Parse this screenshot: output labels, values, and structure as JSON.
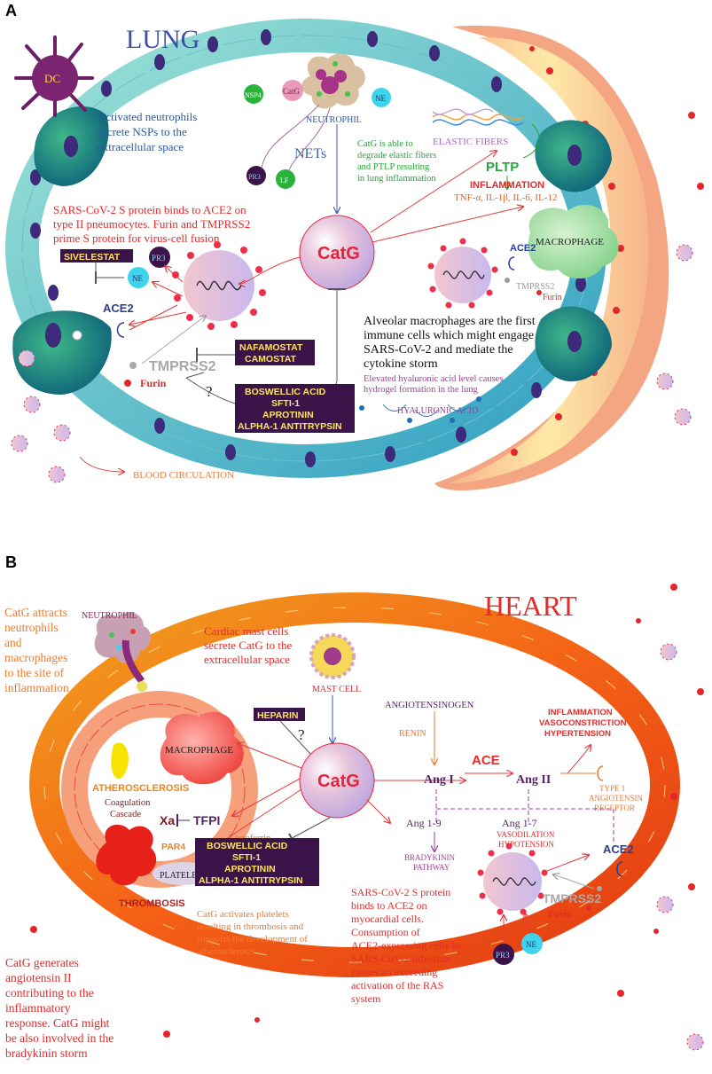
{
  "colors": {
    "catg_red": "#e8213a",
    "label_red": "#e32b2b",
    "label_blue": "#2b5a9e",
    "label_orange": "#ee7a30",
    "label_green": "#2aa33a",
    "label_purple": "#a63ca0",
    "drug_box": "#3a1448",
    "drug_text": "#ffe35c",
    "cell_teal": "#7ed6d0",
    "cell_green": "#2a8a5a",
    "heart_orange": "#f26a1f",
    "heart_yellow": "#ffb02e"
  },
  "panel_a": {
    "letter": "A",
    "title": "LUNG",
    "dc": "DC",
    "neutrophil": "NEUTROPHIL",
    "nsp4": "NSP4",
    "catg_small": "CatG",
    "ne": "NE",
    "pr3": "PR3",
    "lf": "LF",
    "nets": "NETs",
    "neutrophil_text": [
      "Activated neutrophils",
      "secrete NSPs to the",
      "extracellular space"
    ],
    "elastic_fibers": "ELASTIC FIBERS",
    "pltp": "PLTP",
    "catg_degrade": [
      "CatG is able to",
      "degrade elastic fibers",
      "and PTLP resulting",
      "in lung inflammation"
    ],
    "inflammation": "INFLAMMATION",
    "cytokines": "TNF-α, IL-1β, IL-6, IL-12",
    "sars_text": [
      "SARS-CoV-2 S protein binds to ACE2 on",
      "type II pneumocytes. Furin and TMPRSS2",
      "prime S protein for virus-cell fusion"
    ],
    "sivelestat": "SIVELESTAT",
    "pr3b": "PR3",
    "ne_b": "NE",
    "catg": "CatG",
    "macrophage": "MACROPHAGE",
    "ace2_mac": "ACE2",
    "tmprss2_mac": "TMPRSS2",
    "furin_mac": "Furin",
    "ace2": "ACE2",
    "nafamostat": "NAFAMOSTAT",
    "camostat": "CAMOSTAT",
    "tmprss2": "TMPRSS2",
    "furin": "Furin",
    "question": "?",
    "inhibitors": [
      "BOSWELLIC ACID",
      "SFTI-1",
      "APROTININ",
      "ALPHA-1 ANTITRYPSIN"
    ],
    "alveolar_text": [
      "Alveolar macrophages are the first",
      "immune cells which might engage",
      "SARS-CoV-2 and mediate the",
      "cytokine storm"
    ],
    "hyaluronic_text": [
      "Elevated hyaluronic acid level causes",
      "hydrogel formation in the lung"
    ],
    "hyaluronic_acid": "HYALURONIC ACID",
    "blood_circulation": "BLOOD CIRCULATION"
  },
  "panel_b": {
    "letter": "B",
    "title": "HEART",
    "attract_text": [
      "CatG attracts",
      "neutrophils",
      "and",
      "macrophages",
      "to the site of",
      "inflammation"
    ],
    "neutrophil": "NEUTROPHIL",
    "mast_text": [
      "Cardiac mast cells",
      "secrete CatG to the",
      "extracellular space"
    ],
    "mast_cell": "MAST CELL",
    "macrophage": "MACROPHAGE",
    "heparin": "HEPARIN",
    "question": "?",
    "atherosclerosis": "ATHEROSCLEROSIS",
    "coag": [
      "Coagulation",
      "Cascade"
    ],
    "xa": "Xa",
    "tfpi": "TFPI",
    "par4": "PAR4",
    "lactoferrin": "Lactoferrin",
    "platelet": "PLATELET",
    "thrombosis": "THROMBOSIS",
    "catg": "CatG",
    "inhibitors": [
      "BOSWELLIC ACID",
      "SFTI-1",
      "APROTININ",
      "ALPHA-1 ANTITRYPSIN"
    ],
    "catg_platelets": [
      "CatG activates platelets",
      "resulting in thrombosis and",
      "supports the development of",
      "atherosclerosis"
    ],
    "angiotensinogen": "ANGIOTENSINOGEN",
    "renin": "RENIN",
    "ang1": "Ang I",
    "ace": "ACE",
    "ang2": "Ang II",
    "inflam_list": [
      "INFLAMMATION",
      "VASOCONSTRICTION",
      "HYPERTENSION"
    ],
    "type1": [
      "TYPE 1",
      "ANGIOTENSIN",
      "RECEPTOR"
    ],
    "ang19": "Ang 1-9",
    "ang17": "Ang 1-7",
    "vasodilation": [
      "VASODILATION",
      "HYPOTENSION"
    ],
    "bradykinin": [
      "BRADYKININ",
      "PATHWAY"
    ],
    "ace2": "ACE2",
    "tmprss2": "TMPRSS2",
    "furin": "Furin",
    "pr3": "PR3",
    "ne": "NE",
    "sars_text": [
      "SARS-CoV-2 S protein",
      "binds to ACE2 on",
      "myocardial cells.",
      "Consumption of",
      "ACE2-expressing cells by",
      "SARS-CoV-2 infection",
      "causes an exceeding",
      "activation of the RAS",
      "system"
    ],
    "angiotensin_text": [
      "CatG generates",
      "angiotensin II",
      "contributing to the",
      "inflammatory",
      "response. CatG might",
      "be also involved in the",
      "bradykinin storm"
    ]
  }
}
